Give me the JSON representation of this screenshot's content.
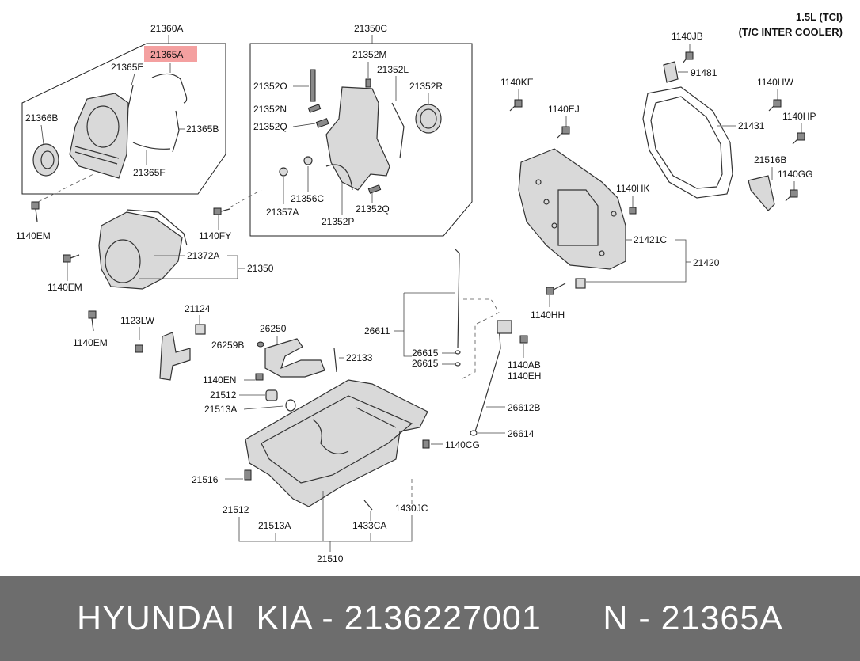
{
  "header": {
    "engine": "1.5L (TCI)",
    "variant": "(T/C INTER COOLER)"
  },
  "highlight_color": "#f4a0a0",
  "footer": {
    "text": "HYUNDAI  KIA - 2136227001      N - 21365A"
  },
  "labels": {
    "l21360A": "21360A",
    "l21365A": "21365A",
    "l21365E": "21365E",
    "l21366B": "21366B",
    "l21365B": "21365B",
    "l21365F": "21365F",
    "l1140EM_a": "1140EM",
    "l21350C": "21350C",
    "l21352M": "21352M",
    "l21352L": "21352L",
    "l21352O": "21352O",
    "l21352R": "21352R",
    "l21352N": "21352N",
    "l21352Q_a": "21352Q",
    "l21356C": "21356C",
    "l21357A": "21357A",
    "l21352P": "21352P",
    "l21352Q_b": "21352Q",
    "l1140FY": "1140FY",
    "l21372A": "21372A",
    "l21350": "21350",
    "l1140EM_b": "1140EM",
    "l21124": "21124",
    "l1140EM_c": "1140EM",
    "l1123LW": "1123LW",
    "l26250": "26250",
    "l26259B": "26259B",
    "l22133": "22133",
    "l1140EN": "1140EN",
    "l21512_a": "21512",
    "l21513A_a": "21513A",
    "l21516": "21516",
    "l21512_b": "21512",
    "l21513A_b": "21513A",
    "l21510": "21510",
    "l1433CA": "1433CA",
    "l1430JC": "1430JC",
    "l1140CG": "1140CG",
    "l26611": "26611",
    "l26615_a": "26615",
    "l26615_b": "26615",
    "l26612B": "26612B",
    "l26614": "26614",
    "l1140AB": "1140AB",
    "l1140EH": "1140EH",
    "l1140HH": "1140HH",
    "l1140KE": "1140KE",
    "l1140EJ": "1140EJ",
    "l1140JB": "1140JB",
    "l91481": "91481",
    "l1140HW": "1140HW",
    "l1140HP": "1140HP",
    "l21431": "21431",
    "l21516B": "21516B",
    "l1140GG": "1140GG",
    "l1140HK": "1140HK",
    "l21421C": "21421C",
    "l21420": "21420"
  }
}
